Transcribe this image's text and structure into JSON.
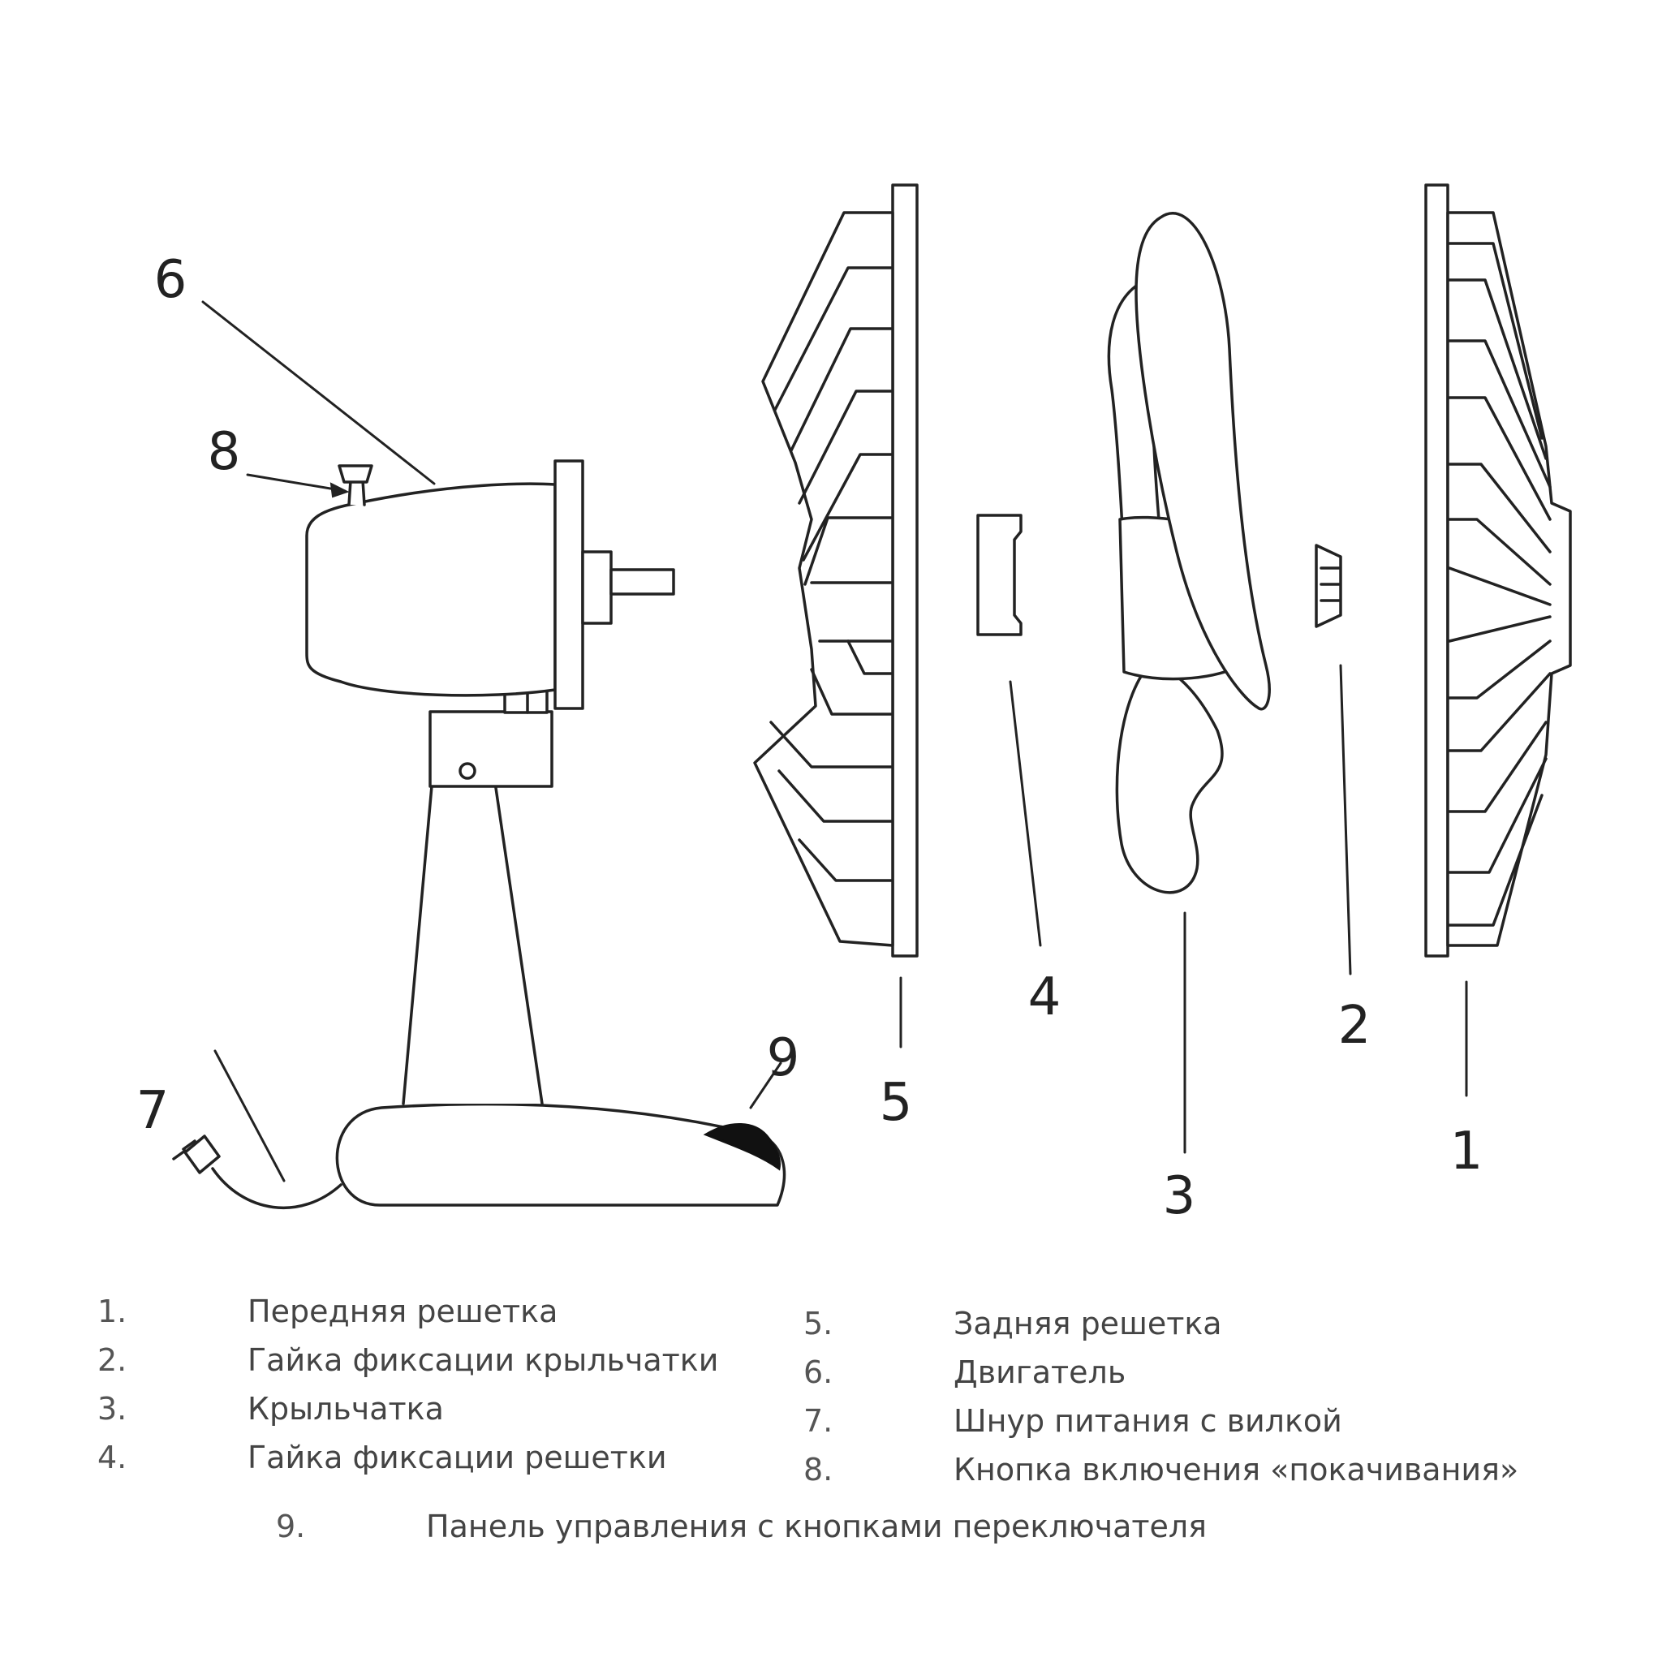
{
  "callouts": {
    "c1": "1",
    "c2": "2",
    "c3": "3",
    "c4": "4",
    "c5": "5",
    "c6": "6",
    "c7": "7",
    "c8": "8",
    "c9": "9"
  },
  "legend": [
    {
      "num": "1.",
      "text": "Передняя решетка"
    },
    {
      "num": "2.",
      "text": "Гайка фиксации крыльчатки"
    },
    {
      "num": "3.",
      "text": "Крыльчатка"
    },
    {
      "num": "4.",
      "text": "Гайка фиксации решетки"
    },
    {
      "num": "5.",
      "text": "Задняя решетка"
    },
    {
      "num": "6.",
      "text": "Двигатель"
    },
    {
      "num": "7.",
      "text": "Шнур питания с вилкой"
    },
    {
      "num": "8.",
      "text": "Кнопка включения «покачивания»"
    },
    {
      "num": "9.",
      "text": "Панель управления с кнопками переключателя"
    }
  ]
}
